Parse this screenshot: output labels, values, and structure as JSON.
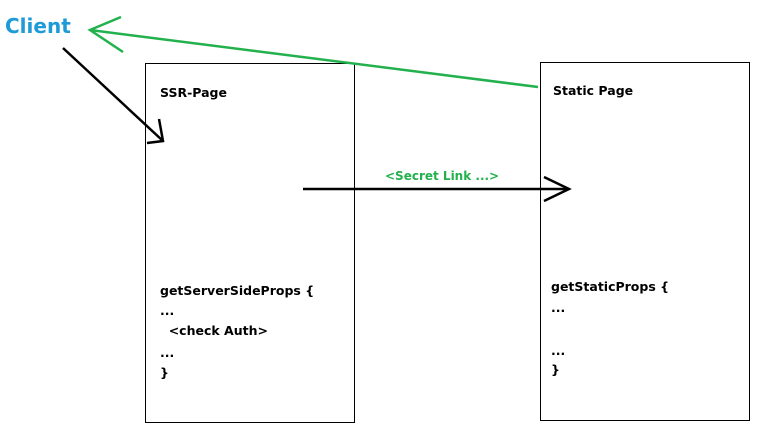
{
  "client": {
    "label": "Client",
    "color": "#1e9ad6"
  },
  "ssr_page": {
    "title": "SSR-Page",
    "code_lines": [
      "getServerSideProps {",
      "...",
      "  <check Auth>",
      "...",
      "}"
    ]
  },
  "static_page": {
    "title": "Static Page",
    "code_lines": [
      "getStaticProps {",
      "...",
      "",
      "...",
      "}"
    ]
  },
  "link": {
    "label": "<Secret Link ...>",
    "color": "#22b14c"
  },
  "colors": {
    "return_arrow": "#22b14c",
    "request_arrow": "#000000",
    "link_arrow": "#000000"
  }
}
